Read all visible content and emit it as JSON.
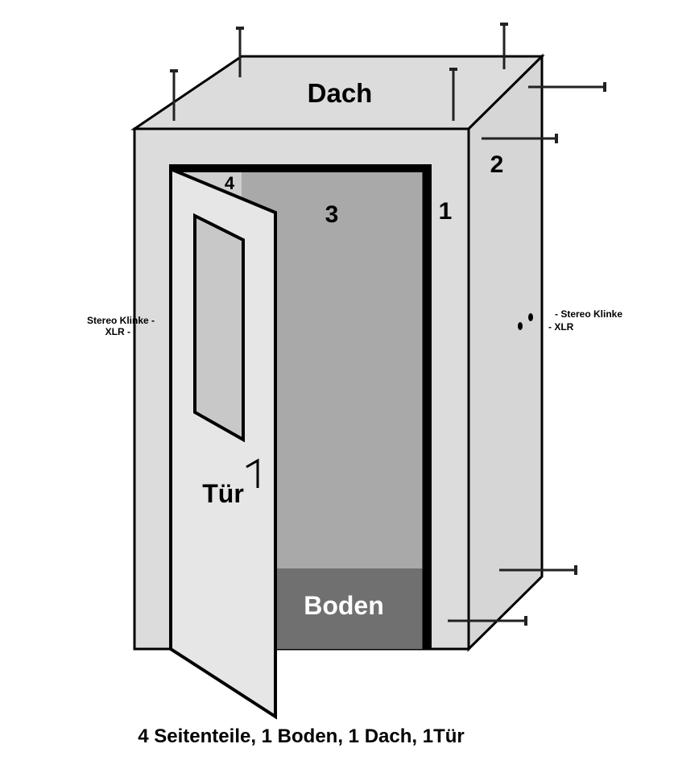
{
  "labels": {
    "roof": "Dach",
    "door": "Tür",
    "floor": "Boden",
    "panel_1": "1",
    "panel_2": "2",
    "panel_3": "3",
    "panel_4": "4"
  },
  "jack_left": {
    "line1": "Stereo Klinke -",
    "line2": "XLR -"
  },
  "jack_right": {
    "line1": "- Stereo Klinke",
    "line2": "- XLR"
  },
  "caption": "4 Seitenteile, 1 Boden, 1 Dach, 1Tür",
  "colors": {
    "panel_light": "#dcdcdc",
    "panel_back": "#a9a9a9",
    "floor": "#707070",
    "door": "#e6e6e6",
    "outline": "#000000"
  }
}
